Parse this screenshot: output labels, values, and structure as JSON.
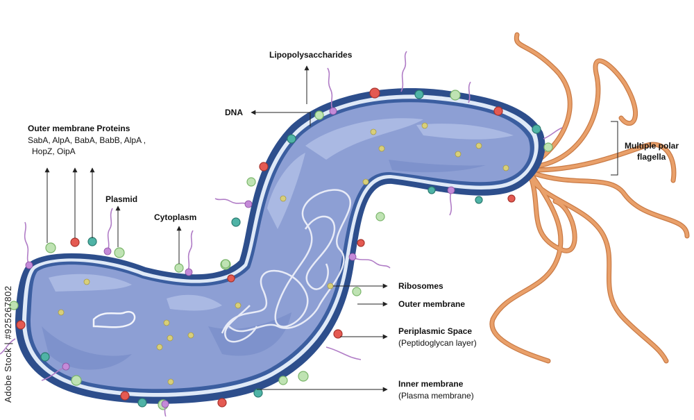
{
  "labels": {
    "lipopolysaccharides": "Lipopolysaccharides",
    "dna": "DNA",
    "outer_membrane_proteins": "Outer membrane Proteins",
    "omp_list_line1": "SabA, AlpA, BabA, BabB, AlpA ,",
    "omp_list_line2": "HopZ, OipA",
    "plasmid": "Plasmid",
    "cytoplasm": "Cytoplasm",
    "multiple_polar_flagella_line1": "Multiple polar",
    "multiple_polar_flagella_line2": "flagella",
    "ribosomes": "Ribosomes",
    "outer_membrane": "Outer membrane",
    "periplasmic_space": "Periplasmic Space",
    "periplasmic_sub": "(Peptidoglycan layer)",
    "inner_membrane": "Inner membrane",
    "inner_membrane_sub": "(Plasma membrane)"
  },
  "watermark": "Adobe Stock | #925267802",
  "colors": {
    "cell_fill": "#8d9fd4",
    "cell_highlight": "#b7c4ea",
    "outer_membrane": "#2d4e8c",
    "periplasm": "#dfe9f7",
    "flagella": "#e9a06a",
    "flagella_edge": "#c97a45",
    "ribosome": "#d8cf7a",
    "lps": "#b07cc6",
    "dna": "#f2f4fb"
  }
}
